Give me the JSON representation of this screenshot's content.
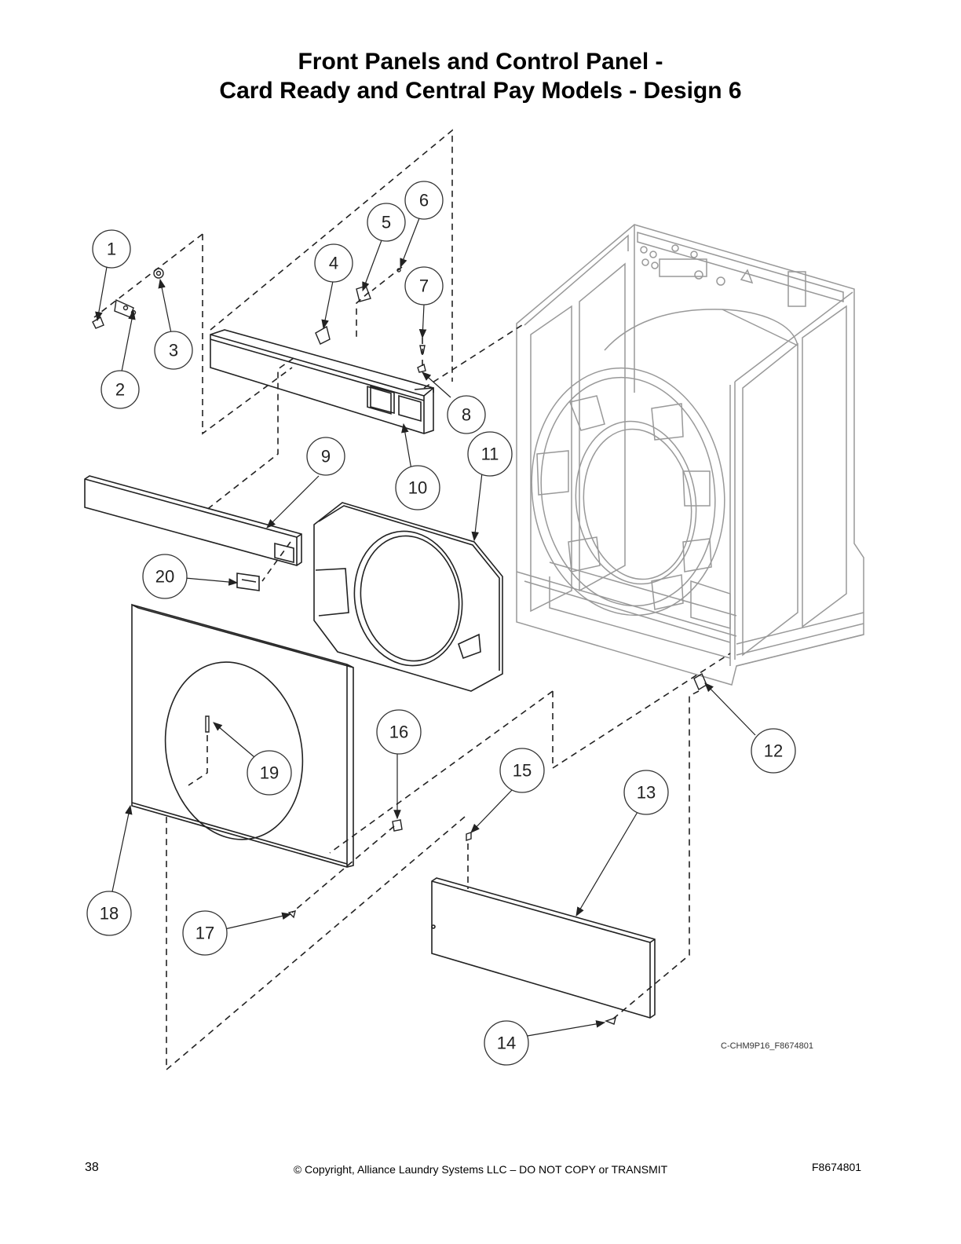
{
  "title": {
    "line1": "Front Panels and Control Panel -",
    "line2": "Card Ready and Central Pay Models - Design 6"
  },
  "callouts": [
    "1",
    "2",
    "3",
    "4",
    "5",
    "6",
    "7",
    "8",
    "9",
    "10",
    "11",
    "12",
    "13",
    "14",
    "15",
    "16",
    "17",
    "18",
    "19",
    "20"
  ],
  "drawing_id": "C-CHM9P16_F8674801",
  "footer": {
    "page_number": "38",
    "copyright": "© Copyright, Alliance Laundry Systems LLC – DO NOT COPY or TRANSMIT",
    "document_number": "F8674801"
  }
}
